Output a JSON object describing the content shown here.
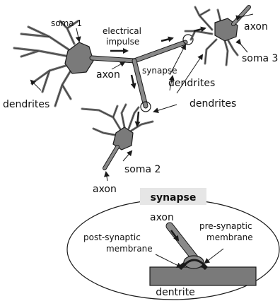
{
  "diagram": {
    "labels": {
      "soma1": "soma 1",
      "electrical_line1": "electrical",
      "electrical_line2": "impulse",
      "axon_main": "axon",
      "synapse_small": "synapse",
      "dendrites_left": "dendrites",
      "dendrites_mid": "dendrites",
      "dendrites_right": "dendrites",
      "axon_topright": "axon",
      "soma3": "soma 3",
      "soma2": "soma 2",
      "axon_bottom": "axon"
    },
    "inset": {
      "title": "synapse",
      "axon": "axon",
      "post_line1": "post-synaptic",
      "post_line2": "membrane",
      "pre_line1": "pre-synaptic",
      "pre_line2": "membrane",
      "dendrite": "dentrite"
    },
    "colors": {
      "cell_fill": "#7a7a7a",
      "outline": "#1a1a1a",
      "inset_title_bg": "#e6e6e6"
    }
  }
}
